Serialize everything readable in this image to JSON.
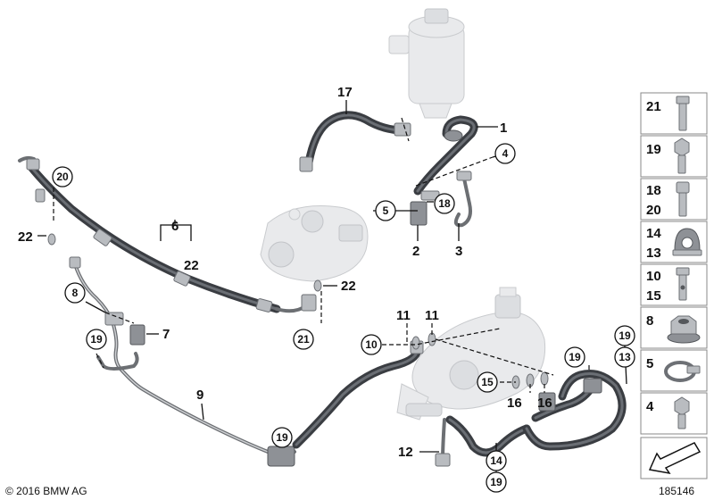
{
  "callouts": {
    "c1": "1",
    "c2": "2",
    "c3": "3",
    "c4": "4",
    "c5": "5",
    "c6": "6",
    "c7": "7",
    "c8": "8",
    "c9": "9",
    "c10": "10",
    "c11a": "11",
    "c11b": "11",
    "c12": "12",
    "c13": "13",
    "c14": "14",
    "c15": "15",
    "c16a": "16",
    "c16b": "16",
    "c17": "17",
    "c18": "18",
    "c19a": "19",
    "c19b": "19",
    "c19c": "19",
    "c19d": "19",
    "c19e": "19",
    "c20": "20",
    "c21": "21",
    "c22a": "22",
    "c22b": "22",
    "c22c": "22"
  },
  "legend": [
    {
      "labels": [
        "21"
      ],
      "icon": "hex-bolt-long-icon"
    },
    {
      "labels": [
        "19"
      ],
      "icon": "hex-bolt-short-icon"
    },
    {
      "labels": [
        "18",
        "20"
      ],
      "icon": "socket-head-screw-icon"
    },
    {
      "labels": [
        "14",
        "13"
      ],
      "icon": "rubber-mount-icon"
    },
    {
      "labels": [
        "10",
        "15"
      ],
      "icon": "banjo-bolt-icon"
    },
    {
      "labels": [
        "8"
      ],
      "icon": "hex-nut-flange-icon"
    },
    {
      "labels": [
        "5"
      ],
      "icon": "hose-clamp-icon"
    },
    {
      "labels": [
        "4"
      ],
      "icon": "hex-bolt-stub-icon"
    },
    {
      "labels": [
        ""
      ],
      "icon": "arrow-down-left-icon"
    }
  ],
  "footer": {
    "copyright": "© 2016 BMW AG",
    "diagram_number": "185146"
  }
}
